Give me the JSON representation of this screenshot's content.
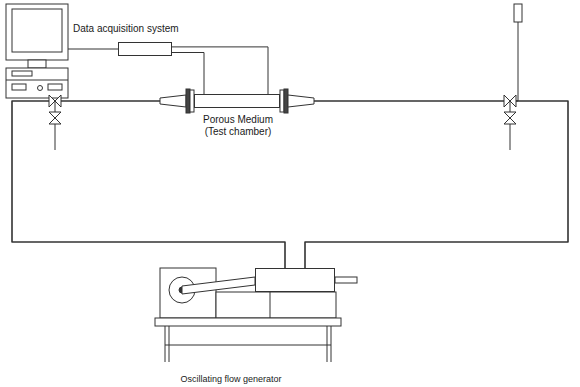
{
  "diagram": {
    "nodes": [
      {
        "text": [
          "Data acquisition system"
        ]
      },
      {
        "text": [
          "Porous Medium (Test chamber)"
        ]
      },
      {
        "text": [
          "Oscillating flow generator"
        ]
      }
    ],
    "edges": [
      {
        "from": 0,
        "to": 1,
        "arrow": "none"
      },
      {
        "from": 0,
        "to": 1,
        "arrow": "none"
      },
      {
        "from": 2,
        "to": 1,
        "arrow": "none"
      },
      {
        "from": 2,
        "to": 1,
        "arrow": "none"
      }
    ]
  }
}
